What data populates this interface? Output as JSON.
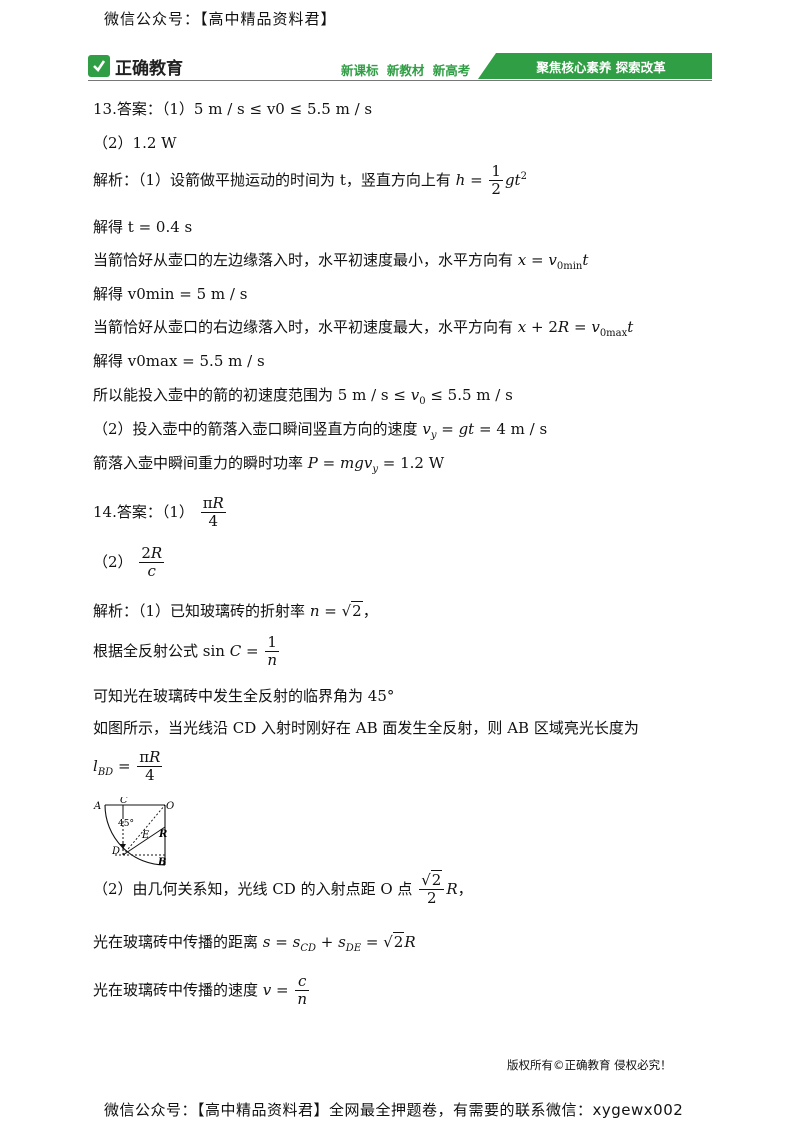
{
  "top_note": "微信公众号：【高中精品资料君】",
  "header": {
    "logo_text": "正确教育",
    "tags": "新课标 新教材 新高考",
    "slogan": "聚焦核心素养 探索改革"
  },
  "q13": {
    "answer_prefix": "13.答案：（1）",
    "answer1": "5 m / s ≤ v0 ≤ 5.5 m / s",
    "answer2": "（2）1.2 W",
    "analysis_1": "解析：（1）设箭做平抛运动的时间为 t，竖直方向上有",
    "solve_t": "解得 t = 0.4 s",
    "left_edge": "当箭恰好从壶口的左边缘落入时，水平初速度最小，水平方向有",
    "solve_vmin": "解得 v0min = 5 m / s",
    "right_edge": "当箭恰好从壶口的右边缘落入时，水平初速度最大，水平方向有",
    "solve_vmax": "解得 v0max = 5.5 m / s",
    "range": "所以能投入壶中的箭的初速度范围为",
    "part2": "（2）投入壶中的箭落入壶口瞬间竖直方向的速度",
    "power": "箭落入壶中瞬间重力的瞬时功率"
  },
  "q14": {
    "answer_prefix": "14.答案：（1）",
    "answer2_prefix": "（2）",
    "analysis_1": "解析：（1）已知玻璃砖的折射率",
    "total_reflection": "根据全反射公式",
    "critical_angle": "可知光在玻璃砖中发生全反射的临界角为 45°",
    "figure_text": "如图所示，当光线沿 CD 入射时刚好在 AB 面发生全反射，则 AB 区域亮光长度为",
    "part2_a": "（2）由几何关系知，光线 CD 的入射点距 O 点",
    "distance": "光在玻璃砖中传播的距离",
    "speed": "光在玻璃砖中传播的速度"
  },
  "diagram_labels": {
    "A": "A",
    "C": "C",
    "O": "O",
    "E": "E",
    "R": "R",
    "D": "D",
    "B": "B",
    "angle": "45°"
  },
  "footer_copy": "版权所有©正确教育 侵权必究！",
  "bottom_note": "微信公众号：【高中精品资料君】全网最全押题卷，有需要的联系微信：xygewx002"
}
